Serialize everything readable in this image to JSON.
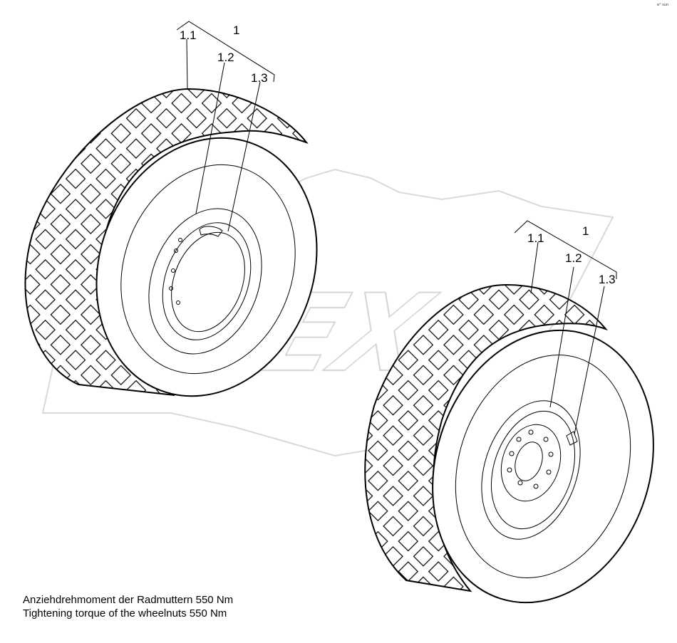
{
  "watermark": {
    "brand_text": "OPEX"
  },
  "corner_mark": "e° sun",
  "wheel_left": {
    "group_label": "1",
    "tire_label": "1.1",
    "rim_label": "1.2",
    "valve_label": "1.3"
  },
  "wheel_right": {
    "group_label": "1",
    "tire_label": "1.1",
    "rim_label": "1.2",
    "valve_label": "1.3"
  },
  "notes": {
    "torque_de": "Anziehdrehmoment der Radmuttern 550 Nm",
    "torque_en": "Tightening torque of the wheelnuts 550 Nm"
  }
}
